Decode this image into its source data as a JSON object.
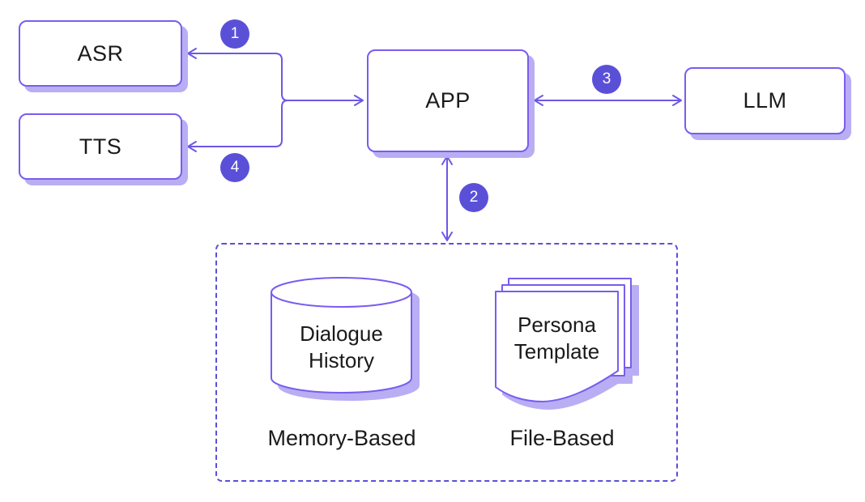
{
  "diagram": {
    "title": "Voice assistant app architecture diagram",
    "nodes": {
      "asr": {
        "label": "ASR"
      },
      "tts": {
        "label": "TTS"
      },
      "app": {
        "label": "APP"
      },
      "llm": {
        "label": "LLM"
      }
    },
    "badges": [
      {
        "label": "1",
        "near": "arrow-app-to-asr"
      },
      {
        "label": "2",
        "near": "arrow-app-to-storage"
      },
      {
        "label": "3",
        "near": "arrow-app-to-llm"
      },
      {
        "label": "4",
        "near": "arrow-app-to-tts"
      }
    ],
    "storage": {
      "memory": {
        "icon": "database-cylinder-icon",
        "line1": "Dialogue",
        "line2": "History",
        "caption": "Memory-Based"
      },
      "file": {
        "icon": "document-stack-icon",
        "line1": "Persona",
        "line2": "Template",
        "caption": "File-Based"
      }
    }
  },
  "colors": {
    "background": "#ffffff",
    "text": "#1a1a1a",
    "border": "#7a5cf0",
    "arrow": "#6c58e6",
    "badge": "#5a50d8",
    "shadow": "#b9aef4",
    "dashed_border": "#5b4fd8"
  }
}
